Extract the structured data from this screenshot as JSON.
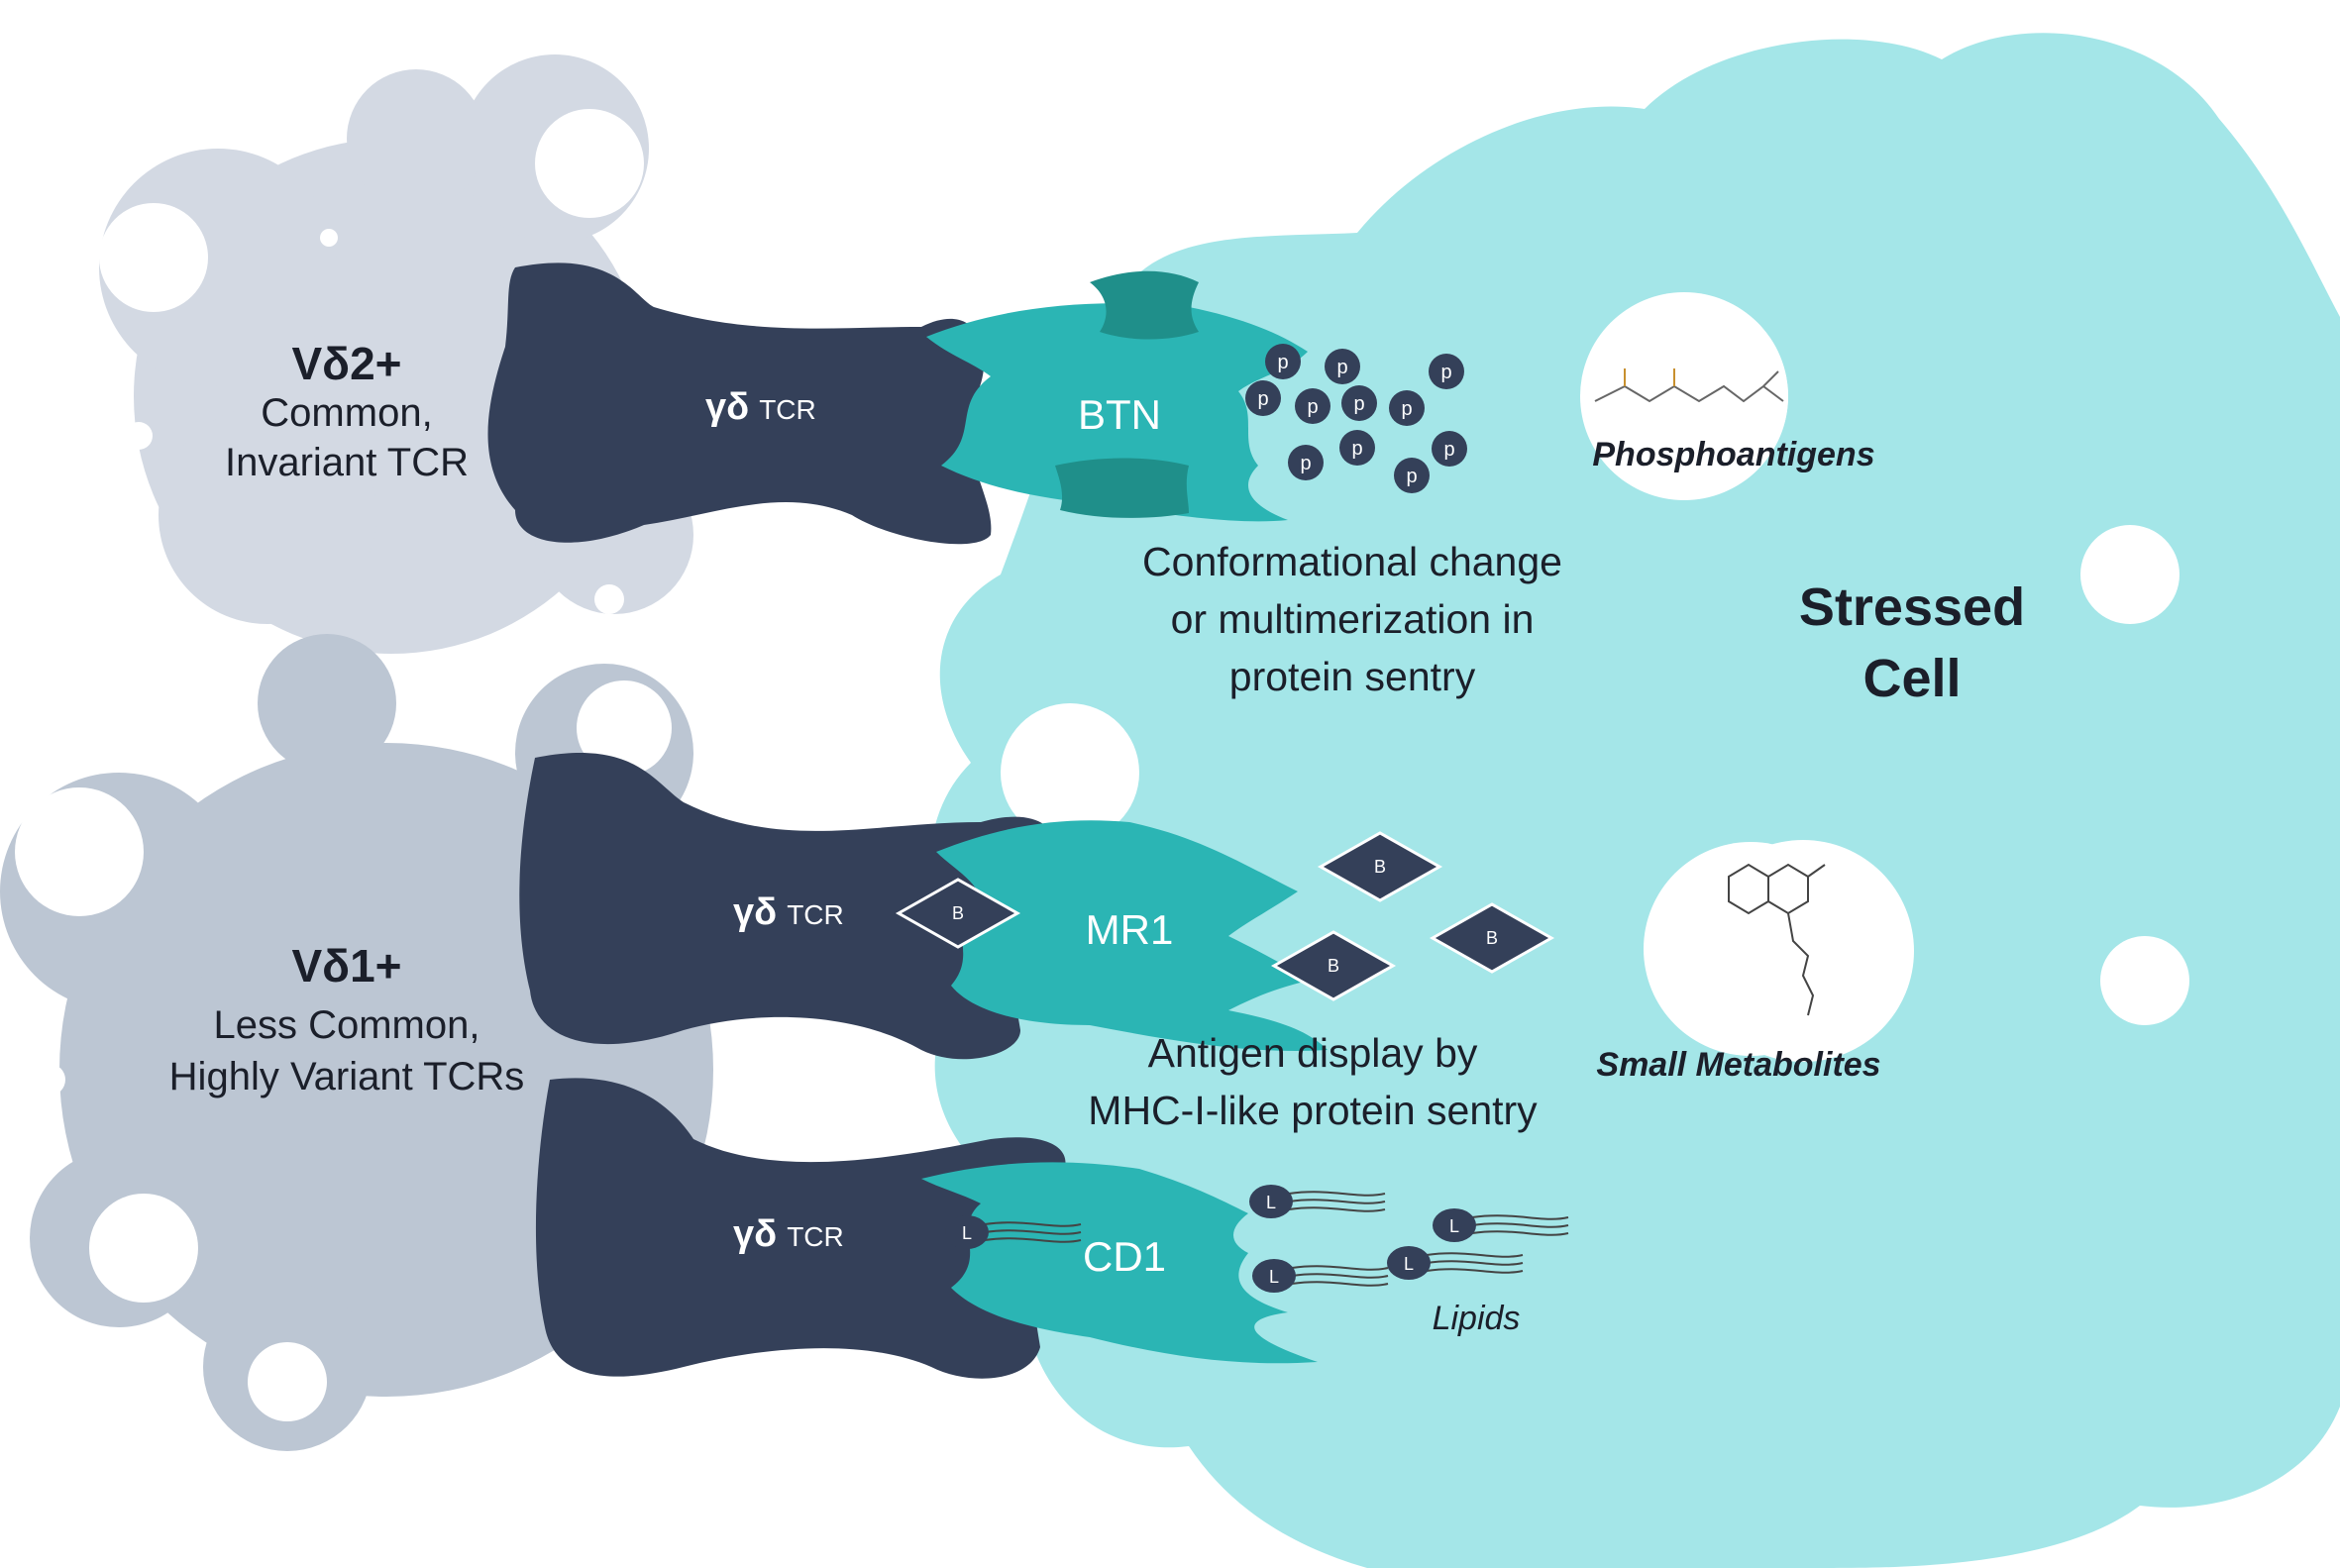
{
  "colors": {
    "stressed_cell": "#a4e6e8",
    "t_cell_upper": "#d3d9e3",
    "t_cell_lower": "#bcc6d3",
    "receptor": "#344059",
    "sentry": "#2bb5b4",
    "sentry_dark": "#1f8f8a",
    "bubble": "#ffffff"
  },
  "vd2": {
    "title": "Vδ2+",
    "line1": "Common,",
    "line2": "Invariant TCR"
  },
  "vd1": {
    "title": "Vδ1+",
    "line1": "Less Common,",
    "line2": "Highly Variant TCRs"
  },
  "tcr": {
    "greek": "γδ",
    "suffix": "TCR"
  },
  "proteins": {
    "btn": "BTN",
    "mr1": "MR1",
    "cd1": "CD1"
  },
  "antigens": {
    "phospho_token": "p",
    "metabolite_token": "B",
    "lipid_token": "L"
  },
  "captions": {
    "btn": [
      "Conformational change",
      "or multimerization in",
      "protein sentry"
    ],
    "mr1": [
      "Antigen display by",
      "MHC-I-like protein sentry"
    ]
  },
  "stressed_cell": {
    "line1": "Stressed",
    "line2": "Cell"
  },
  "labels": {
    "phosphoantigens": "Phosphoantigens",
    "small_metabolites": "Small Metabolites",
    "lipids": "Lipids"
  }
}
